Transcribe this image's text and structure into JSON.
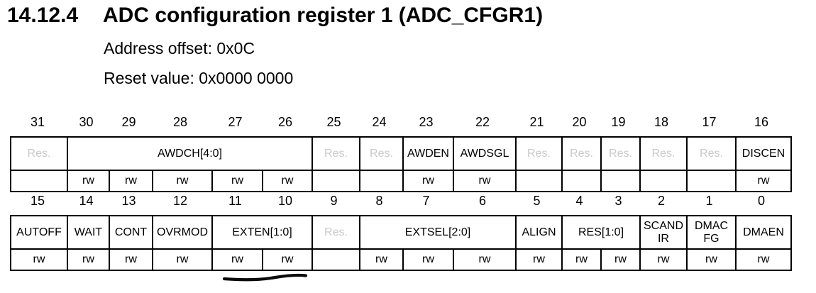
{
  "page": {
    "section_number": "14.12.4",
    "title": "ADC configuration register 1 (ADC_CFGR1)",
    "address_offset": "Address offset: 0x0C",
    "reset_value": "Reset value: 0x0000 0000"
  },
  "register": {
    "rows": [
      {
        "bits": [
          "31",
          "30",
          "29",
          "28",
          "27",
          "26",
          "25",
          "24",
          "23",
          "22",
          "21",
          "20",
          "19",
          "18",
          "17",
          "16"
        ],
        "fields": [
          {
            "label": "Res.",
            "span": 1,
            "reserved": true,
            "access": [
              ""
            ]
          },
          {
            "label": "AWDCH[4:0]",
            "span": 5,
            "reserved": false,
            "access": [
              "rw",
              "rw",
              "rw",
              "rw",
              "rw"
            ]
          },
          {
            "label": "Res.",
            "span": 1,
            "reserved": true,
            "access": [
              ""
            ]
          },
          {
            "label": "Res.",
            "span": 1,
            "reserved": true,
            "access": [
              ""
            ]
          },
          {
            "label": "AWDEN",
            "span": 1,
            "reserved": false,
            "access": [
              "rw"
            ]
          },
          {
            "label": "AWDSGL",
            "span": 1,
            "reserved": false,
            "access": [
              "rw"
            ]
          },
          {
            "label": "Res.",
            "span": 1,
            "reserved": true,
            "access": [
              ""
            ]
          },
          {
            "label": "Res.",
            "span": 1,
            "reserved": true,
            "access": [
              ""
            ]
          },
          {
            "label": "Res.",
            "span": 1,
            "reserved": true,
            "access": [
              ""
            ]
          },
          {
            "label": "Res.",
            "span": 1,
            "reserved": true,
            "access": [
              ""
            ]
          },
          {
            "label": "Res.",
            "span": 1,
            "reserved": true,
            "access": [
              ""
            ]
          },
          {
            "label": "DISCEN",
            "span": 1,
            "reserved": false,
            "access": [
              "rw"
            ]
          }
        ]
      },
      {
        "bits": [
          "15",
          "14",
          "13",
          "12",
          "11",
          "10",
          "9",
          "8",
          "7",
          "6",
          "5",
          "4",
          "3",
          "2",
          "1",
          "0"
        ],
        "fields": [
          {
            "label": "AUTOFF",
            "span": 1,
            "reserved": false,
            "access": [
              "rw"
            ]
          },
          {
            "label": "WAIT",
            "span": 1,
            "reserved": false,
            "access": [
              "rw"
            ]
          },
          {
            "label": "CONT",
            "span": 1,
            "reserved": false,
            "access": [
              "rw"
            ]
          },
          {
            "label": "OVRMOD",
            "span": 1,
            "reserved": false,
            "access": [
              "rw"
            ]
          },
          {
            "label": "EXTEN[1:0]",
            "span": 2,
            "reserved": false,
            "access": [
              "rw",
              "rw"
            ]
          },
          {
            "label": "Res.",
            "span": 1,
            "reserved": true,
            "access": [
              ""
            ]
          },
          {
            "label": "EXTSEL[2:0]",
            "span": 3,
            "reserved": false,
            "access": [
              "rw",
              "rw",
              "rw"
            ]
          },
          {
            "label": "ALIGN",
            "span": 1,
            "reserved": false,
            "access": [
              "rw"
            ]
          },
          {
            "label": "RES[1:0]",
            "span": 2,
            "reserved": false,
            "access": [
              "rw",
              "rw"
            ]
          },
          {
            "label": "SCAND\nIR",
            "span": 1,
            "reserved": false,
            "access": [
              "rw"
            ]
          },
          {
            "label": "DMAC\nFG",
            "span": 1,
            "reserved": false,
            "access": [
              "rw"
            ]
          },
          {
            "label": "DMAEN",
            "span": 1,
            "reserved": false,
            "access": [
              "rw"
            ]
          }
        ]
      }
    ]
  },
  "annotation": {
    "underline_mark": "hand-drawn underline under EXTEN[1:0] rw cells"
  },
  "colors": {
    "text": "#000000",
    "reserved_text": "#c9c9c9",
    "border": "#000000",
    "underline_mark": "#0b0b0b",
    "background": "#ffffff"
  }
}
